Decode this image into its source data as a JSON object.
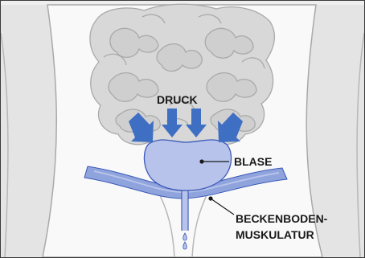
{
  "labels": {
    "pressure": "DRUCK",
    "bladder": "BLASE",
    "pelvic_floor_line1": "BECKENBODEN-",
    "pelvic_floor_line2": "MUSKULATUR"
  },
  "colors": {
    "background": "#eeeeee",
    "body": "#f9f9f9",
    "outline": "#a9a9a9",
    "intestine": "#d8d8d8",
    "bladder_fill": "#b7c3ea",
    "bladder_stroke": "#3c5ab8",
    "muscle_fill": "#8fa3dd",
    "arrow": "#3f6fc3",
    "text": "#1a1a1a"
  },
  "icons": {
    "pressure_arrows": "arrow-down-icon",
    "urine_drop": "drop-icon"
  }
}
